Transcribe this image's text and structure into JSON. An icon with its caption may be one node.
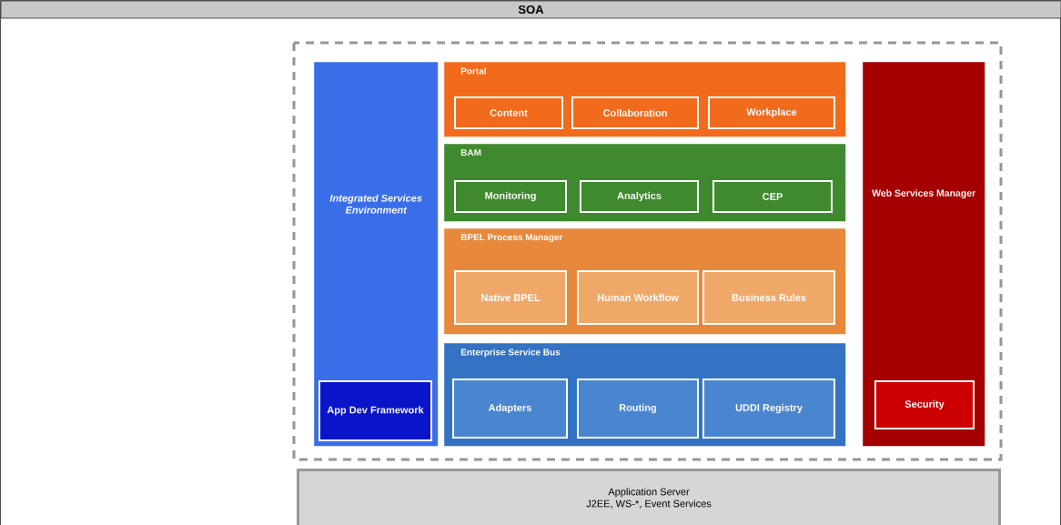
{
  "diagram": {
    "title": "SOA",
    "nodes": [
      {
        "text": [
          "Integrated Services Environment"
        ]
      },
      {
        "text": [
          "App Dev Framework"
        ],
        "in": 0
      },
      {
        "text": [
          "Portal"
        ]
      },
      {
        "text": [
          "Content"
        ],
        "in": 2
      },
      {
        "text": [
          "Collaboration"
        ],
        "in": 2
      },
      {
        "text": [
          "Workplace"
        ],
        "in": 2
      },
      {
        "text": [
          "BAM"
        ]
      },
      {
        "text": [
          "Monitoring"
        ],
        "in": 6
      },
      {
        "text": [
          "Analytics"
        ],
        "in": 6
      },
      {
        "text": [
          "CEP"
        ],
        "in": 6
      },
      {
        "text": [
          "BPEL Process Manager"
        ]
      },
      {
        "text": [
          "Native BPEL"
        ],
        "in": 10
      },
      {
        "text": [
          "Human Workflow"
        ],
        "in": 10
      },
      {
        "text": [
          "Business Rules"
        ],
        "in": 10
      },
      {
        "text": [
          "Enterprise Service Bus"
        ]
      },
      {
        "text": [
          "Adapters"
        ],
        "in": 14
      },
      {
        "text": [
          "Routing"
        ],
        "in": 14
      },
      {
        "text": [
          "UDDI Registry"
        ],
        "in": 14
      },
      {
        "text": [
          "Web Services Manager"
        ]
      },
      {
        "text": [
          "Security"
        ],
        "in": 18
      },
      {
        "text": [
          "Application Server",
          "J2EE, WS-*, Event Services"
        ]
      }
    ]
  }
}
